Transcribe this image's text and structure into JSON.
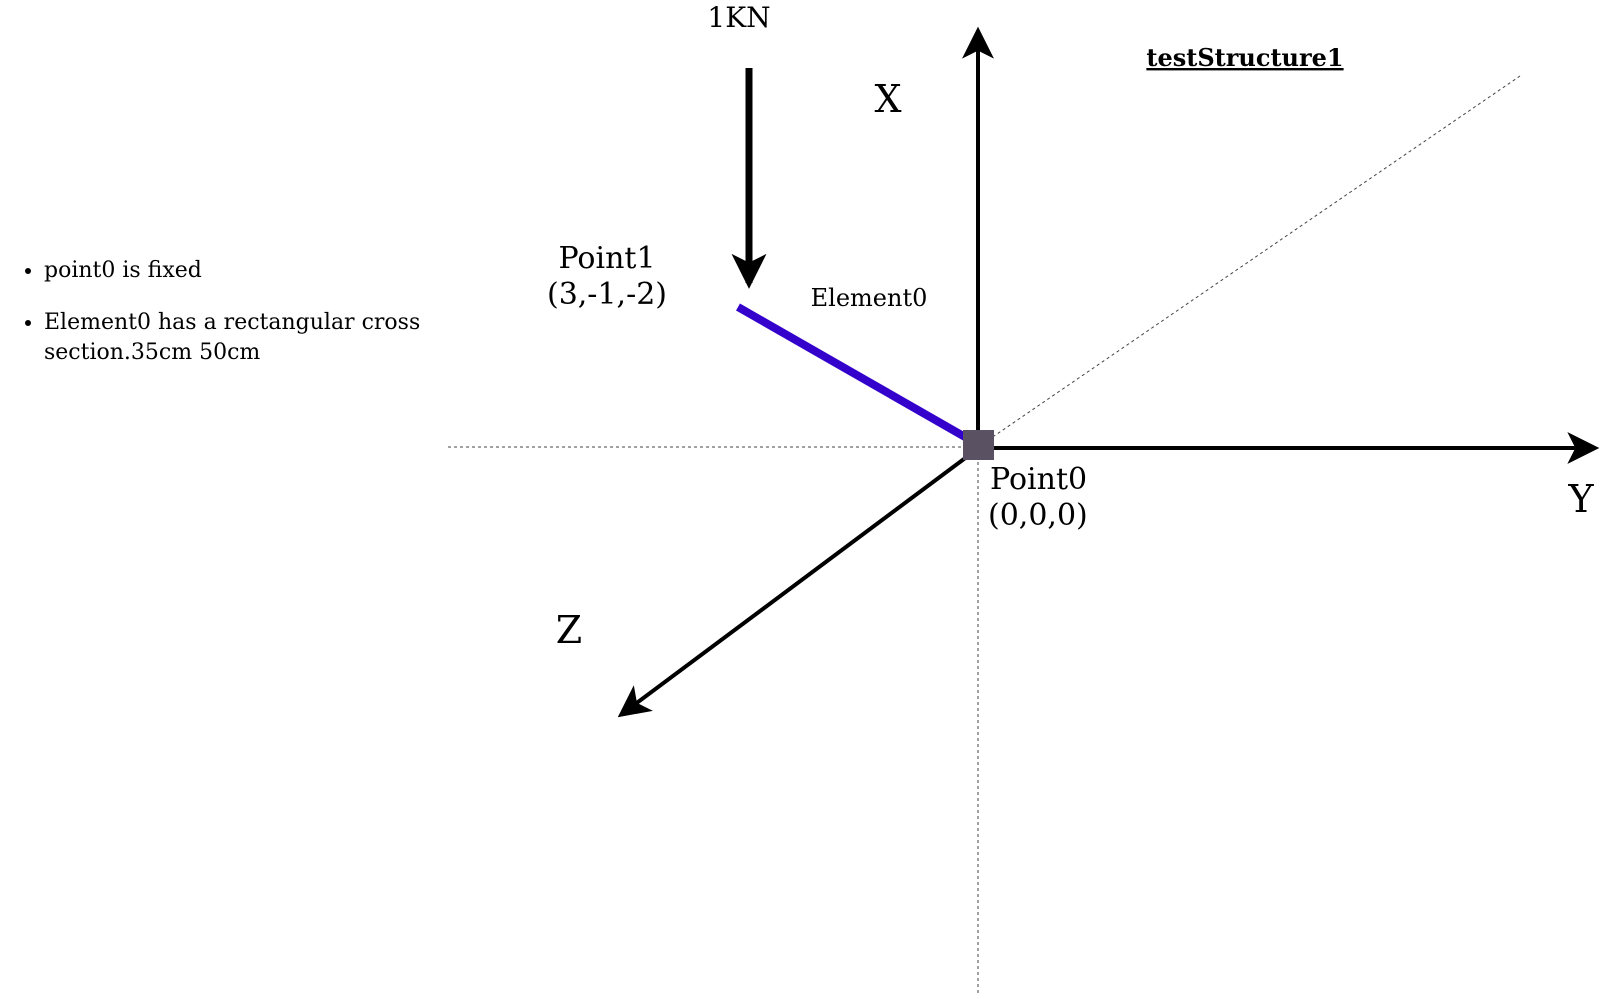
{
  "title": "testStructure1",
  "notes": [
    "point0 is fixed",
    "Element0 has a rectangular cross section.35cm 50cm"
  ],
  "axes": {
    "x_label": "X",
    "y_label": "Y",
    "z_label": "Z"
  },
  "load": {
    "label": "1KN"
  },
  "points": [
    {
      "name": "Point0",
      "coords": "(0,0,0)"
    },
    {
      "name": "Point1",
      "coords": "(3,-1,-2)"
    }
  ],
  "element": {
    "label": "Element0",
    "color": "#3300cc"
  },
  "node_color": "#5a5263"
}
